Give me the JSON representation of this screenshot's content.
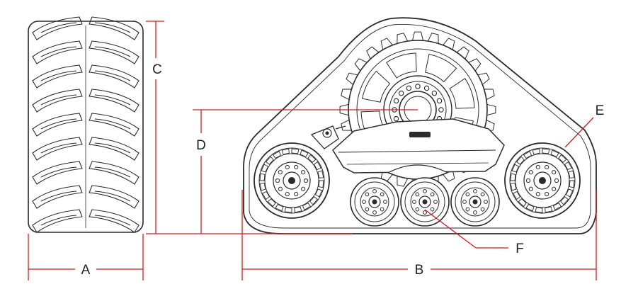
{
  "labels": {
    "a": "A",
    "b": "B",
    "c": "C",
    "d": "D",
    "e": "E",
    "f": "F"
  },
  "colors": {
    "dimension": "#cc1f1f",
    "outline": "#2a2a2a",
    "background": "#ffffff"
  }
}
